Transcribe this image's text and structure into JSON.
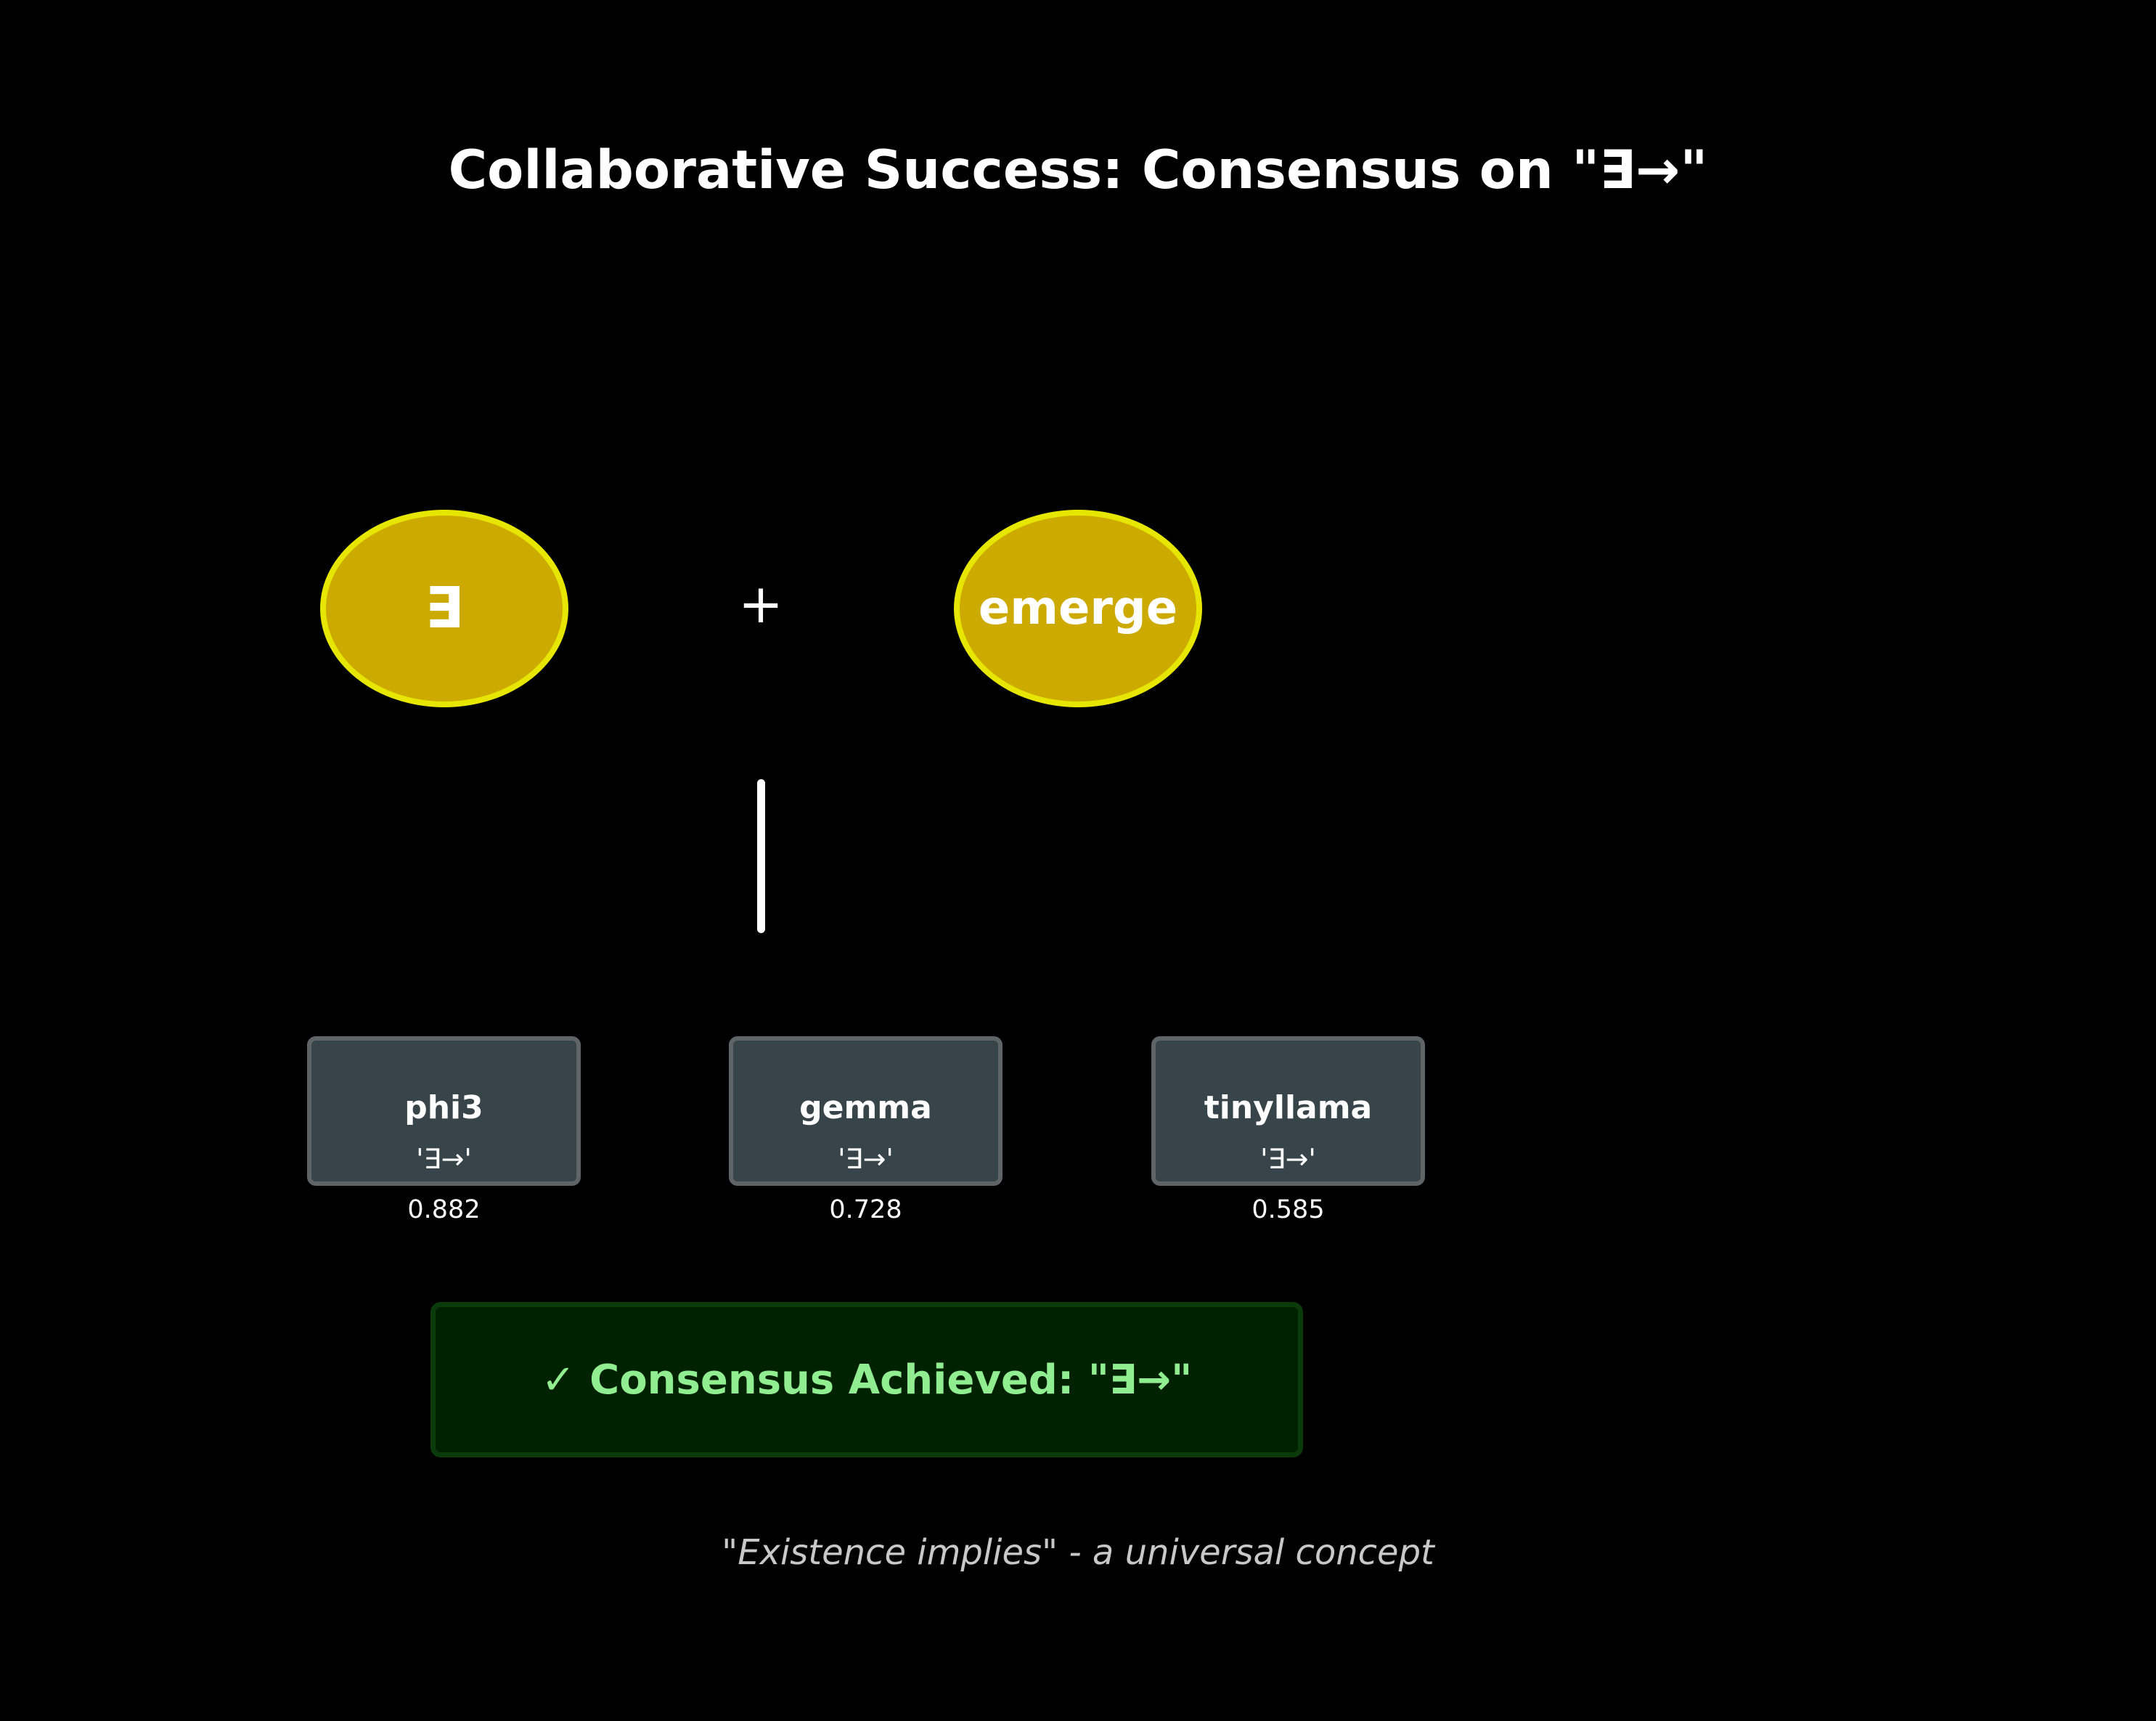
{
  "title": "Collaborative Success: Consensus on \"∃→\"",
  "concepts": [
    {
      "label": "∃"
    },
    {
      "label": "emerge"
    }
  ],
  "operator": "+",
  "models": [
    {
      "name": "phi3",
      "answer": "'∃→'",
      "score": "0.882"
    },
    {
      "name": "gemma",
      "answer": "'∃→'",
      "score": "0.728"
    },
    {
      "name": "tinyllama",
      "answer": "'∃→'",
      "score": "0.585"
    }
  ],
  "consensus": {
    "icon": "check-icon",
    "text": "✓ Consensus Achieved: \"∃→\""
  },
  "caption": "\"Existence implies\" - a universal concept",
  "colors": {
    "background": "#000000",
    "concept_fill": "#ccaa00",
    "concept_border": "#e6e600",
    "model_fill": "#37454a",
    "model_border": "#5f6566",
    "consensus_fill": "#002200",
    "consensus_text": "#90ee90",
    "caption_text": "#c8c8c8"
  }
}
